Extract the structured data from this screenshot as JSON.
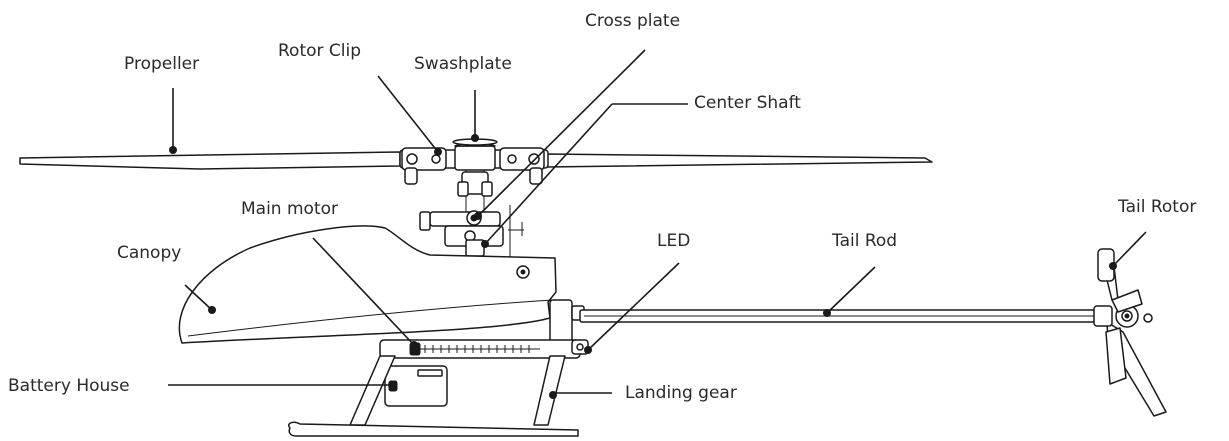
{
  "labels": {
    "propeller": "Propeller",
    "rotor_clip": "Rotor Clip",
    "swashplate": "Swashplate",
    "cross_plate": "Cross plate",
    "center_shaft": "Center Shaft",
    "main_motor": "Main motor",
    "canopy": "Canopy",
    "led": "LED",
    "tail_rod": "Tail Rod",
    "tail_rotor": "Tail Rotor",
    "battery_house": "Battery House",
    "landing_gear": "Landing gear"
  },
  "colors": {
    "line": "#1a1a1a",
    "text": "#2a2a2a",
    "background": "#ffffff"
  }
}
